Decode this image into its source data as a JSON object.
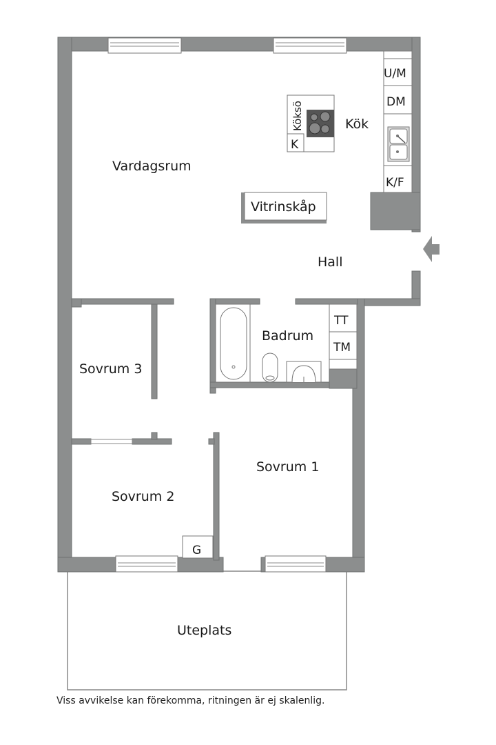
{
  "plan": {
    "colors": {
      "wall": "#8c8e8e",
      "wall_stroke": "#6e7070",
      "floor": "#ffffff",
      "line": "#555555",
      "text": "#1a1a1a"
    },
    "rooms": {
      "vardagsrum": "Vardagsrum",
      "kok": "Kök",
      "hall": "Hall",
      "badrum": "Badrum",
      "sovrum1": "Sovrum 1",
      "sovrum2": "Sovrum 2",
      "sovrum3": "Sovrum 3",
      "uteplats": "Uteplats"
    },
    "fixtures": {
      "vitrinskap": "Vitrinskåp",
      "kokso": "Köksö",
      "k": "K",
      "um": "U/M",
      "dm": "DM",
      "kf": "K/F",
      "tt": "TT",
      "tm": "TM",
      "g": "G"
    },
    "icons": {
      "entrance": "entrance-arrow-icon",
      "stove": "stove-icon",
      "sink": "sink-icon",
      "bathtub": "bathtub-icon",
      "toilet": "toilet-icon",
      "washbasin": "washbasin-icon"
    }
  },
  "footnote": "Viss avvikelse kan förekomma, ritningen är ej skalenlig."
}
